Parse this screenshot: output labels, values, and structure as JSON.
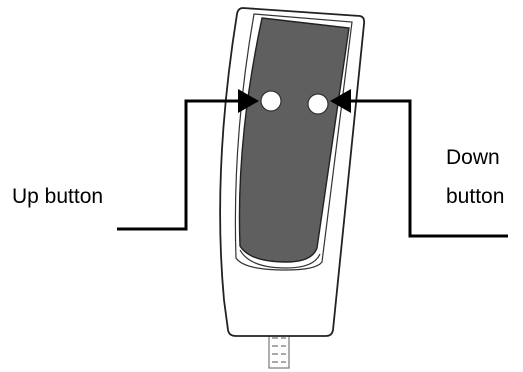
{
  "labels": {
    "up_button": "Up button",
    "down_button_line1": "Down",
    "down_button_line2": "button"
  },
  "colors": {
    "panel": "#5f5f5f",
    "outline": "#222222",
    "body": "#ffffff",
    "arrow": "#000000"
  }
}
